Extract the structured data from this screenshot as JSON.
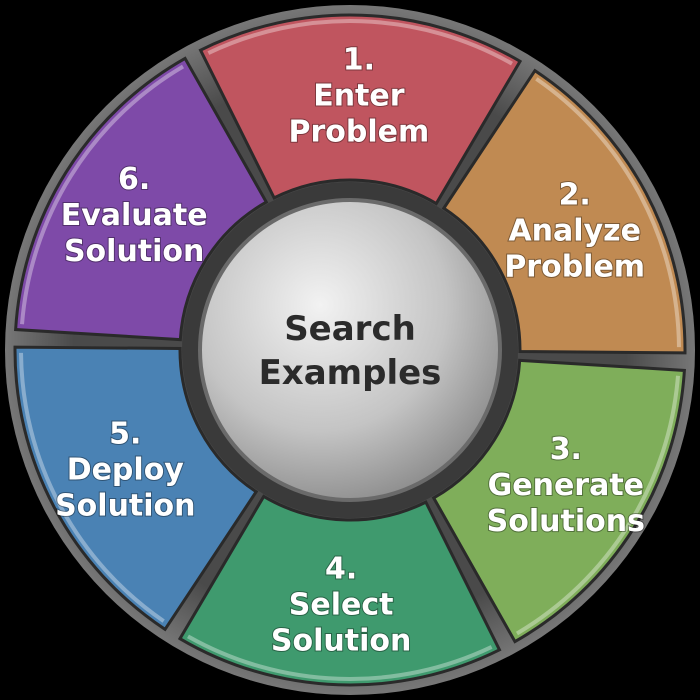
{
  "center": {
    "lines": [
      "Search",
      "Examples"
    ],
    "color": "#c9c9c9"
  },
  "segments": [
    {
      "id": "enter-problem",
      "lines": [
        "1.",
        "Enter",
        "Problem"
      ],
      "color": "#c0555f"
    },
    {
      "id": "analyze-problem",
      "lines": [
        "2.",
        "Analyze",
        "Problem"
      ],
      "color": "#c08a52"
    },
    {
      "id": "generate-solutions",
      "lines": [
        "3.",
        "Generate",
        "Solutions"
      ],
      "color": "#7fae5a"
    },
    {
      "id": "select-solution",
      "lines": [
        "4.",
        "Select",
        "Solution"
      ],
      "color": "#3f9a6e"
    },
    {
      "id": "deploy-solution",
      "lines": [
        "5.",
        "Deploy",
        "Solution"
      ],
      "color": "#4a82b4"
    },
    {
      "id": "evaluate-solution",
      "lines": [
        "6.",
        "Evaluate",
        "Solution"
      ],
      "color": "#7e4aa8"
    }
  ],
  "ring_color": "#5c5c5c"
}
